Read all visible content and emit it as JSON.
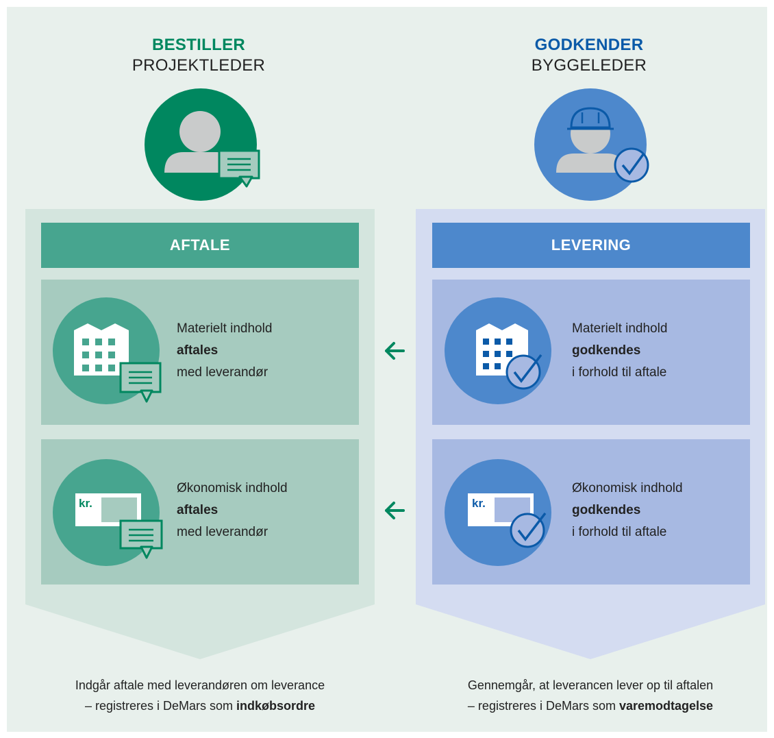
{
  "roles": {
    "left": {
      "title": "BESTILLER",
      "subtitle": "PROJEKTLEDER",
      "color": "#00875f"
    },
    "right": {
      "title": "GODKENDER",
      "subtitle": "BYGGELEDER",
      "color": "#0b5aa8"
    }
  },
  "columns": {
    "left": {
      "header": "AFTALE",
      "cards": [
        {
          "line1": "Materielt indhold",
          "line2": "aftales",
          "line3": "med leverandør",
          "icon": "building-chat-icon"
        },
        {
          "line1": "Økonomisk indhold",
          "line2": "aftales",
          "line3": "med leverandør",
          "icon": "invoice-chat-icon"
        }
      ],
      "caption_line1": "Indgår aftale med leverandøren om leverance",
      "caption_line2_prefix": "– registreres i DeMars som ",
      "caption_line2_bold": "indkøbsordre"
    },
    "right": {
      "header": "LEVERING",
      "cards": [
        {
          "line1": "Materielt indhold",
          "line2": "godkendes",
          "line3": "i forhold til aftale",
          "icon": "building-check-icon"
        },
        {
          "line1": "Økonomisk indhold",
          "line2": "godkendes",
          "line3": "i forhold til aftale",
          "icon": "invoice-check-icon"
        }
      ],
      "caption_line1": "Gennemgår, at leverancen lever op til aftalen",
      "caption_line2_prefix": "– registreres i DeMars som ",
      "caption_line2_bold": "varemodtagelse"
    }
  },
  "invoice_label": "kr.",
  "colors": {
    "green_dark": "#00875f",
    "green_mid": "#47a58f",
    "green_card": "#a6cbbf",
    "green_col": "#d4e5de",
    "blue_dark": "#0b5aa8",
    "blue_mid": "#4d88cc",
    "blue_card": "#a7b9e2",
    "blue_col": "#d4dcf1",
    "arrow": "#00875f"
  }
}
